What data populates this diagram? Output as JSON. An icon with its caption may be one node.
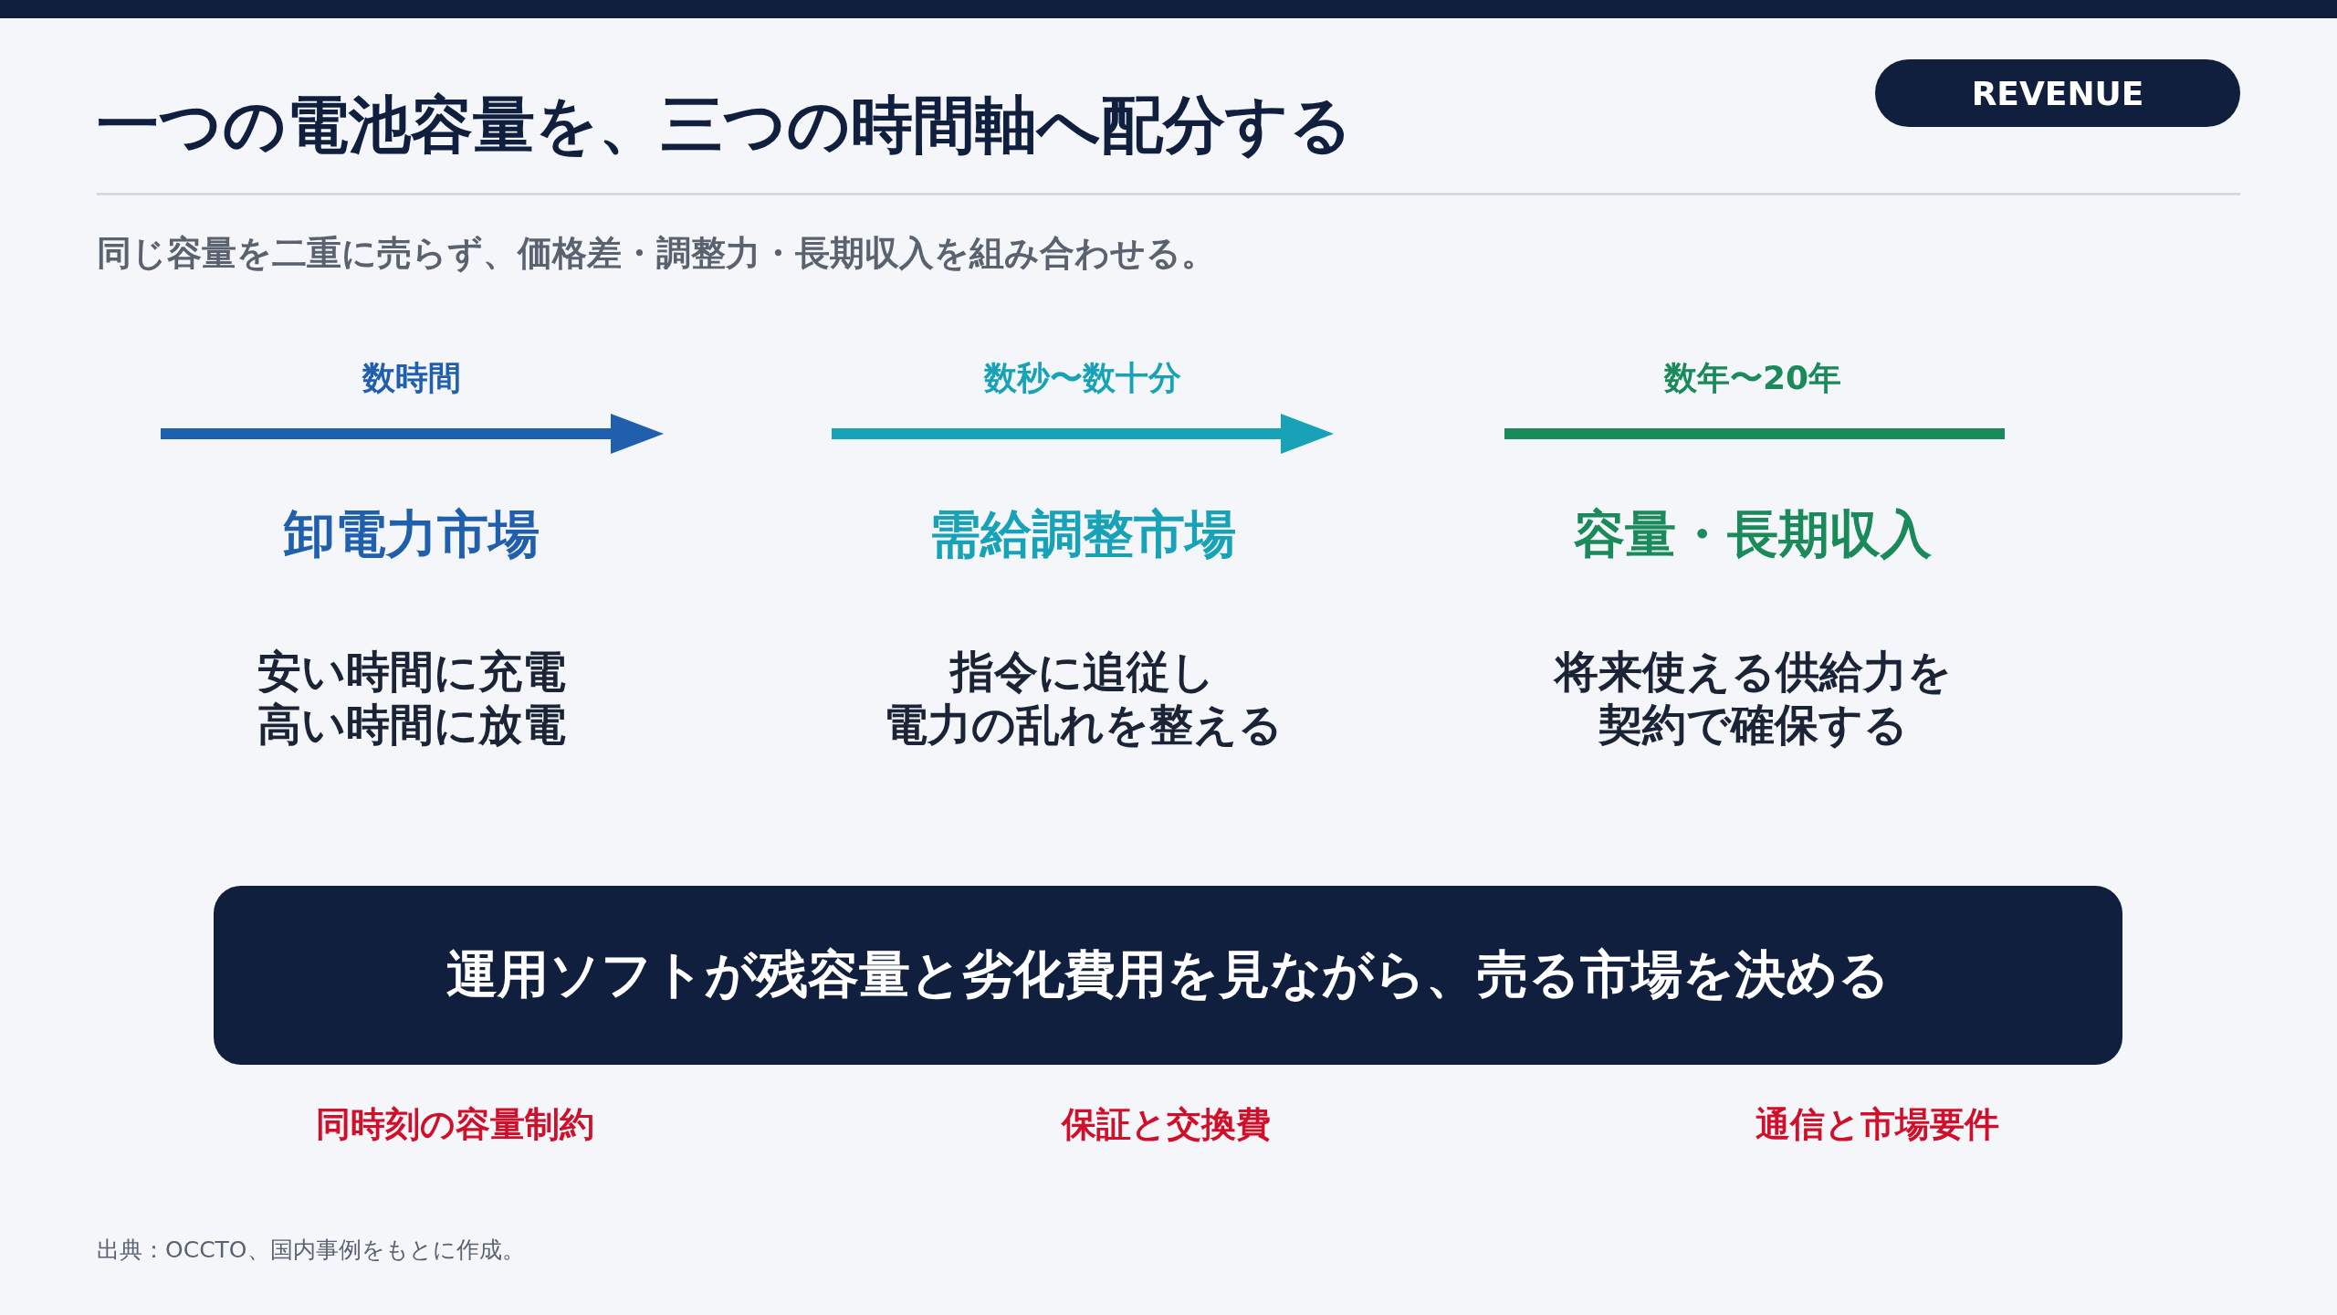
{
  "diagram": {
    "title": "一つの電池容量を、三つの時間軸へ配分する",
    "nodes": [
      {
        "text": [
          "REVENUE"
        ]
      },
      {
        "text": [
          "運用ソフトが残容量と劣化費用を見ながら、売る市場を決める"
        ]
      }
    ],
    "labels": [
      "同じ容量を二重に売らず、価格差・調整力・長期収入を組み合わせる。",
      "数時間",
      "数秒〜数十分",
      "数年〜20年",
      "卸電力市場",
      "需給調整市場",
      "容量・長期収入",
      "安い時間に充電高い時間に放電",
      "指令に追従し電力の乱れを整える",
      "将来使える供給力を契約で確保する",
      "同時刻の容量制約",
      "保証と交換費",
      "通信と市場要件",
      "出典：OCCTO、国内事例をもとに作成。"
    ]
  }
}
